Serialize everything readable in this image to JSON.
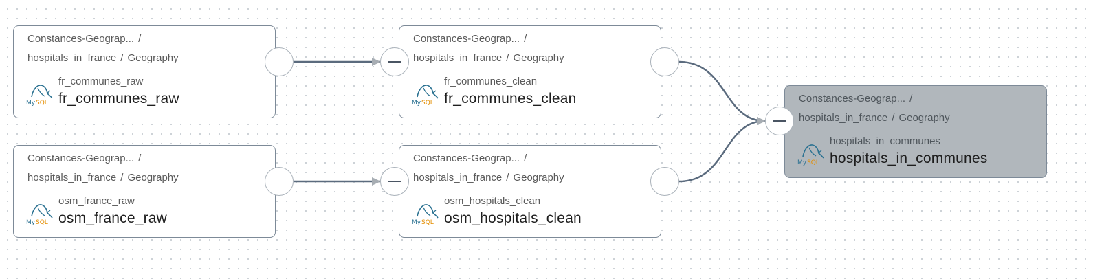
{
  "nodes": [
    {
      "id": "n1",
      "path_project": "Constances-Geograp...",
      "path_dataset": "hospitals_in_france",
      "path_folder": "Geography",
      "sub_name": "fr_communes_raw",
      "name": "fr_communes_raw",
      "db_icon": "mysql-icon",
      "selected": false
    },
    {
      "id": "n2",
      "path_project": "Constances-Geograp...",
      "path_dataset": "hospitals_in_france",
      "path_folder": "Geography",
      "sub_name": "fr_communes_clean",
      "name": "fr_communes_clean",
      "db_icon": "mysql-icon",
      "selected": false
    },
    {
      "id": "n3",
      "path_project": "Constances-Geograp...",
      "path_dataset": "hospitals_in_france",
      "path_folder": "Geography",
      "sub_name": "osm_france_raw",
      "name": "osm_france_raw",
      "db_icon": "mysql-icon",
      "selected": false
    },
    {
      "id": "n4",
      "path_project": "Constances-Geograp...",
      "path_dataset": "hospitals_in_france",
      "path_folder": "Geography",
      "sub_name": "osm_hospitals_clean",
      "name": "osm_hospitals_clean",
      "db_icon": "mysql-icon",
      "selected": false
    },
    {
      "id": "n5",
      "path_project": "Constances-Geograp...",
      "path_dataset": "hospitals_in_france",
      "path_folder": "Geography",
      "sub_name": "hospitals_in_communes",
      "name": "hospitals_in_communes",
      "db_icon": "mysql-icon",
      "selected": true
    }
  ],
  "edges": [
    {
      "from": "n1",
      "to": "n2"
    },
    {
      "from": "n2",
      "to": "n5"
    },
    {
      "from": "n3",
      "to": "n4"
    },
    {
      "from": "n4",
      "to": "n5"
    }
  ],
  "separator": "/",
  "colors": {
    "edge": "#5b6b7e",
    "arrow_head": "#a7adb3",
    "selected_node": "#b1b7bc",
    "node_border": "#7d8a98",
    "mysql_blue": "#2a7191",
    "mysql_orange": "#e48e00"
  }
}
